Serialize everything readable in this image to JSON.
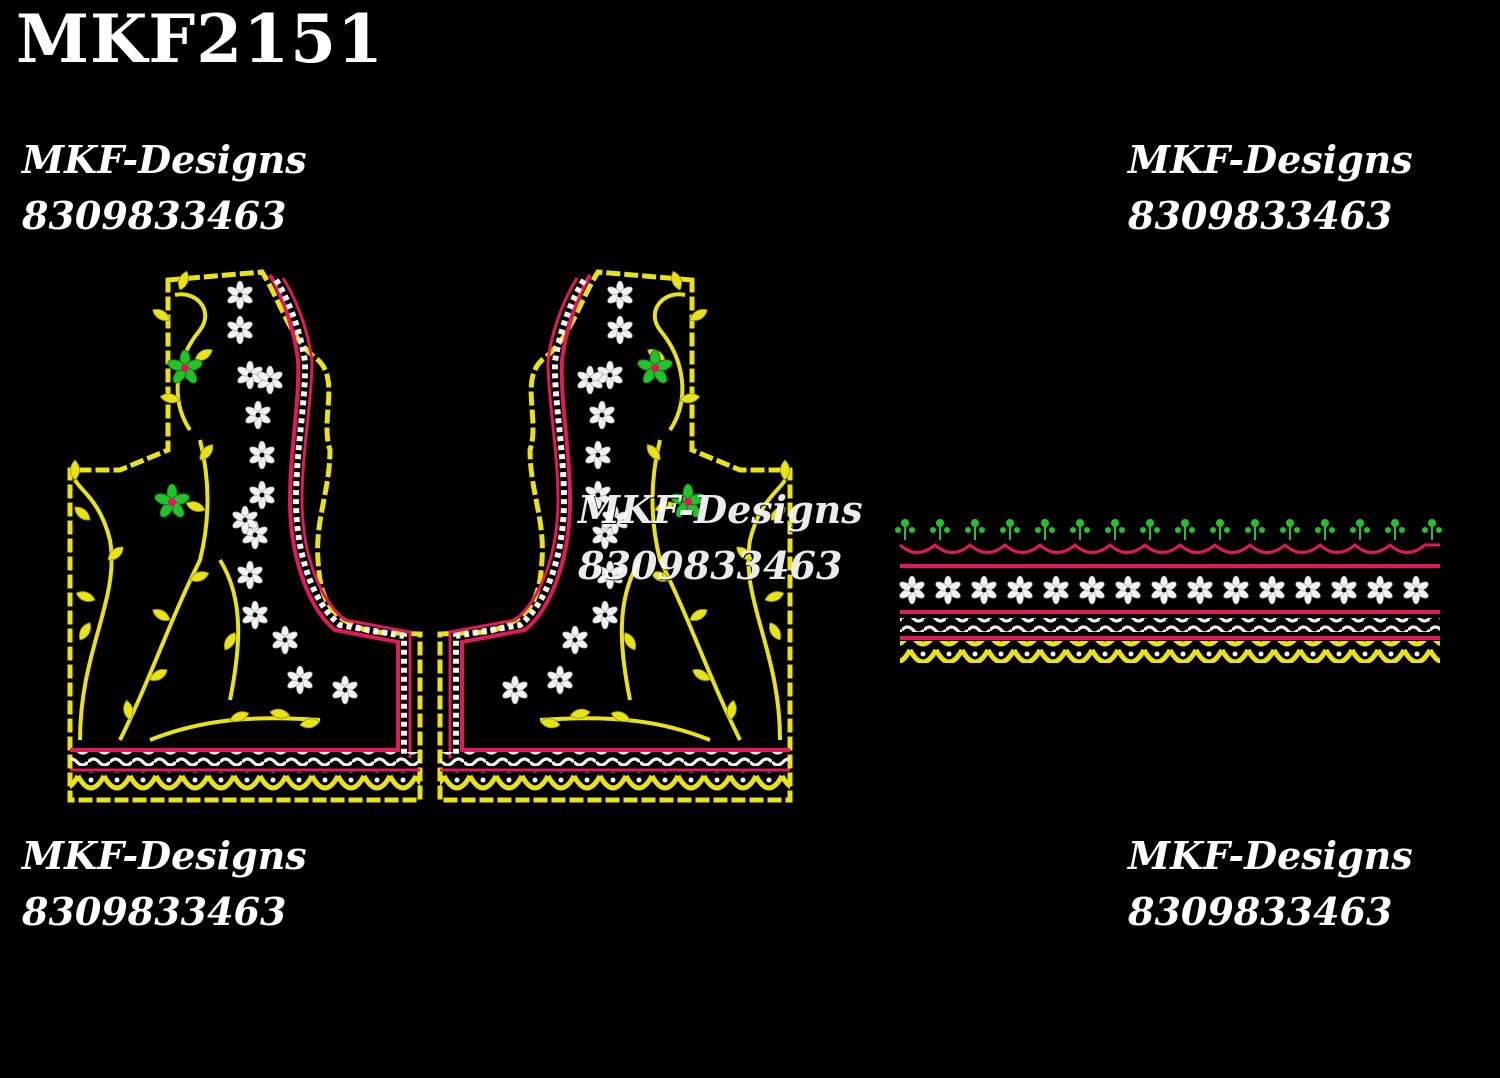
{
  "design_code": "MKF2151",
  "watermarks": [
    {
      "id": "top-left",
      "brand": "MKF-Designs",
      "phone": "8309833463"
    },
    {
      "id": "top-right",
      "brand": "MKF-Designs",
      "phone": "8309833463"
    },
    {
      "id": "center",
      "brand": "MKF-Designs",
      "phone": "8309833463"
    },
    {
      "id": "bottom-left",
      "brand": "MKF-Designs",
      "phone": "8309833463"
    },
    {
      "id": "bottom-right",
      "brand": "MKF-Designs",
      "phone": "8309833463"
    }
  ],
  "colors": {
    "background": "#000000",
    "text": "#ffffff",
    "thread_yellow": "#e8e21a",
    "thread_yellow_dark": "#b8b000",
    "thread_pink": "#e0195a",
    "thread_white": "#f2f2f2",
    "thread_green": "#22c22a"
  }
}
